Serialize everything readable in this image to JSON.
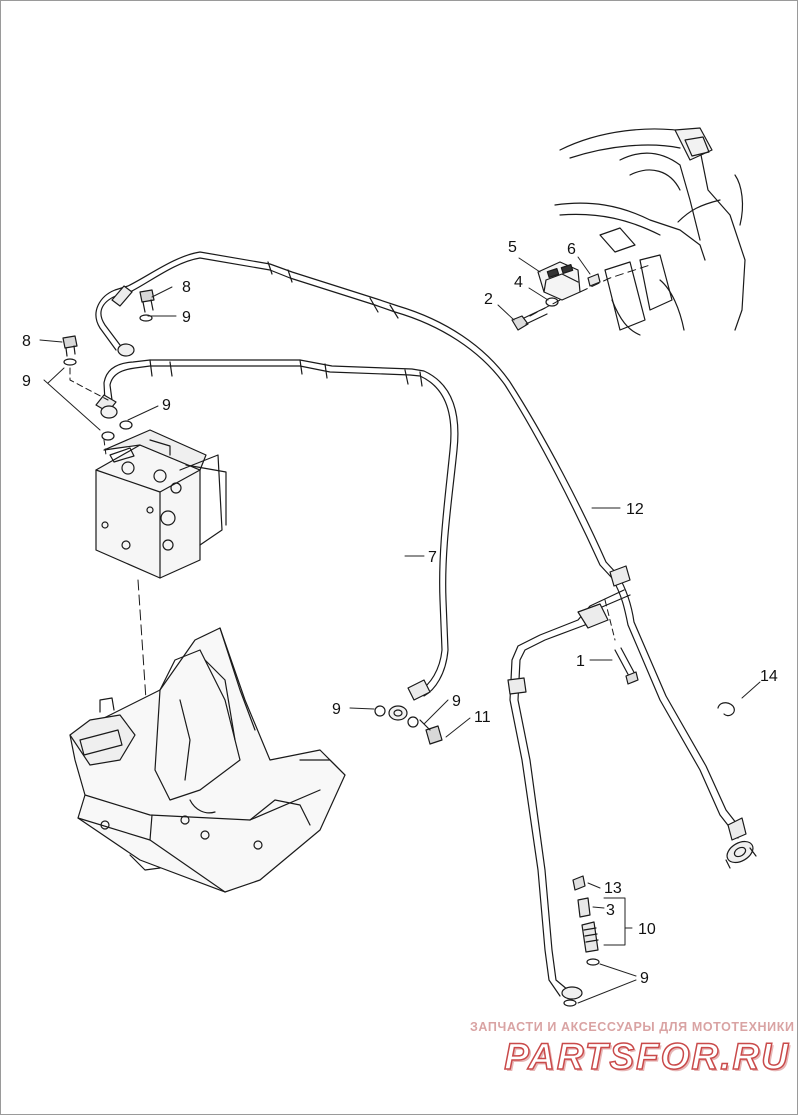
{
  "callouts": {
    "c1": "1",
    "c2": "2",
    "c3": "3",
    "c4": "4",
    "c5": "5",
    "c6": "6",
    "c7": "7",
    "c8a": "8",
    "c8b": "8",
    "c9a": "9",
    "c9b": "9",
    "c9c": "9",
    "c9d": "9",
    "c9e": "9",
    "c9f": "9",
    "c10": "10",
    "c11": "11",
    "c12": "12",
    "c13": "13",
    "c14": "14"
  },
  "watermark": {
    "tagline": "ЗАПЧАСТИ И АКСЕССУАРЫ ДЛЯ МОТОТЕХНИКИ",
    "logo": "PARTSFOR.RU"
  },
  "colors": {
    "line": "#1a1a1a",
    "leader": "#222222",
    "watermark": "#c94a4a"
  }
}
